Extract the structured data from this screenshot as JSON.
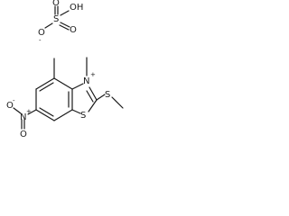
{
  "sulfate": {
    "oh_label": "OH",
    "s_label": "S",
    "o_top": "O",
    "o_right": "O",
    "o_left": "O",
    "o_charge": "-"
  },
  "cation": {
    "n_label": "N",
    "n_charge": "+",
    "s_ring_label": "S",
    "s_methyl_label": "S",
    "nitro_o_label": "O",
    "nitro_o_charge": "-",
    "nitro_n_label": "N",
    "nitro_n_charge": "+",
    "nitro_o2_label": "O"
  }
}
